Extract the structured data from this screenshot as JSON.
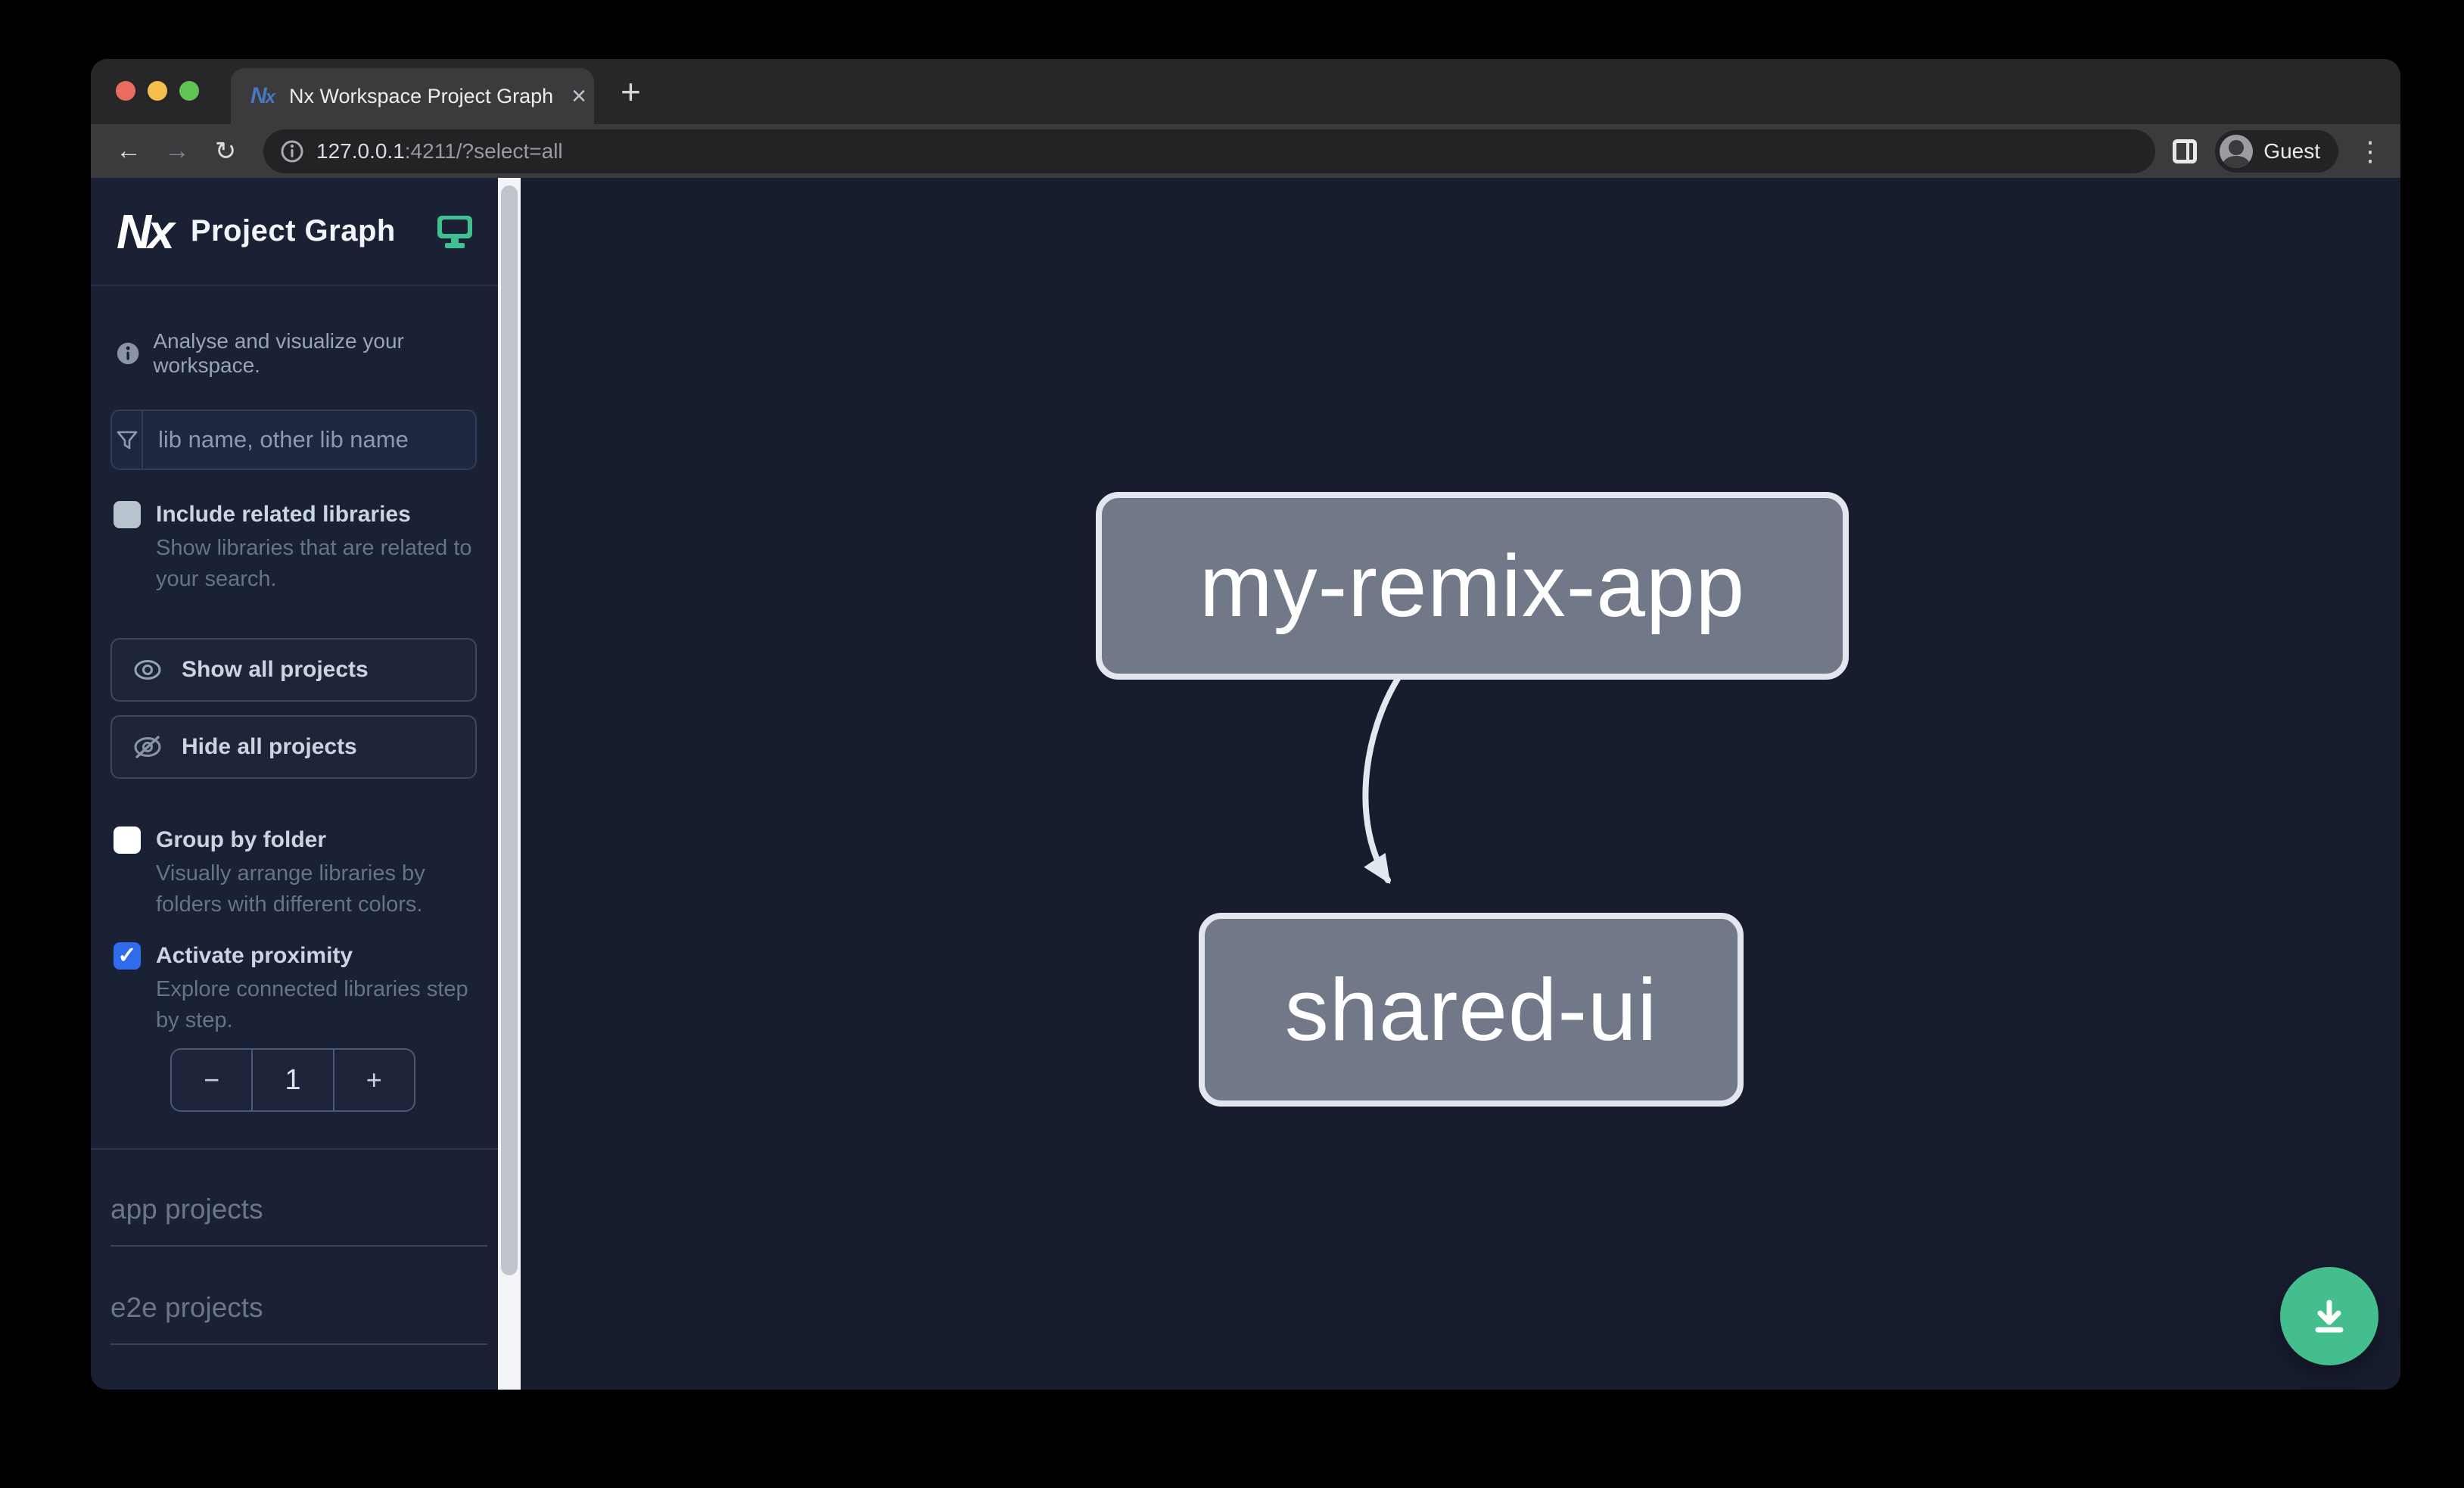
{
  "browser": {
    "tab": {
      "title": "Nx Workspace Project Graph",
      "close_glyph": "×",
      "new_tab_glyph": "+"
    },
    "toolbar": {
      "back_glyph": "←",
      "forward_glyph": "→",
      "reload_glyph": "↻",
      "url_host": "127.0.0.1",
      "url_rest": ":4211/?select=all",
      "profile_label": "Guest",
      "menu_glyph": "⋮"
    }
  },
  "sidebar": {
    "brand": {
      "logo_text": "Nx",
      "title": "Project Graph"
    },
    "tagline": "Analyse and visualize your workspace.",
    "search": {
      "placeholder": "lib name, other lib name",
      "value": ""
    },
    "options": [
      {
        "label": "Include related libraries",
        "description": "Show libraries that are related to your search.",
        "checked": false
      },
      {
        "label": "Group by folder",
        "description": "Visually arrange libraries by folders with different colors.",
        "checked": false
      },
      {
        "label": "Activate proximity",
        "description": "Explore connected libraries step by step.",
        "checked": true
      }
    ],
    "check_glyph": "✓",
    "buttons": {
      "show_all": "Show all projects",
      "hide_all": "Hide all projects"
    },
    "stepper": {
      "decrement": "−",
      "value": "1",
      "increment": "+"
    },
    "sections": [
      {
        "label": "app projects"
      },
      {
        "label": "e2e projects"
      }
    ]
  },
  "graph": {
    "nodes": [
      {
        "id": "my-remix-app",
        "label": "my-remix-app"
      },
      {
        "id": "shared-ui",
        "label": "shared-ui"
      }
    ],
    "edges": [
      {
        "source": "my-remix-app",
        "target": "shared-ui"
      }
    ]
  },
  "colors": {
    "accent_teal": "#45be8d",
    "checkbox_blue": "#2f6bed",
    "node_fill": "#717888",
    "node_border": "#e3e6ee",
    "canvas_bg": "#171c2f",
    "sidebar_bg": "#1a2134"
  }
}
